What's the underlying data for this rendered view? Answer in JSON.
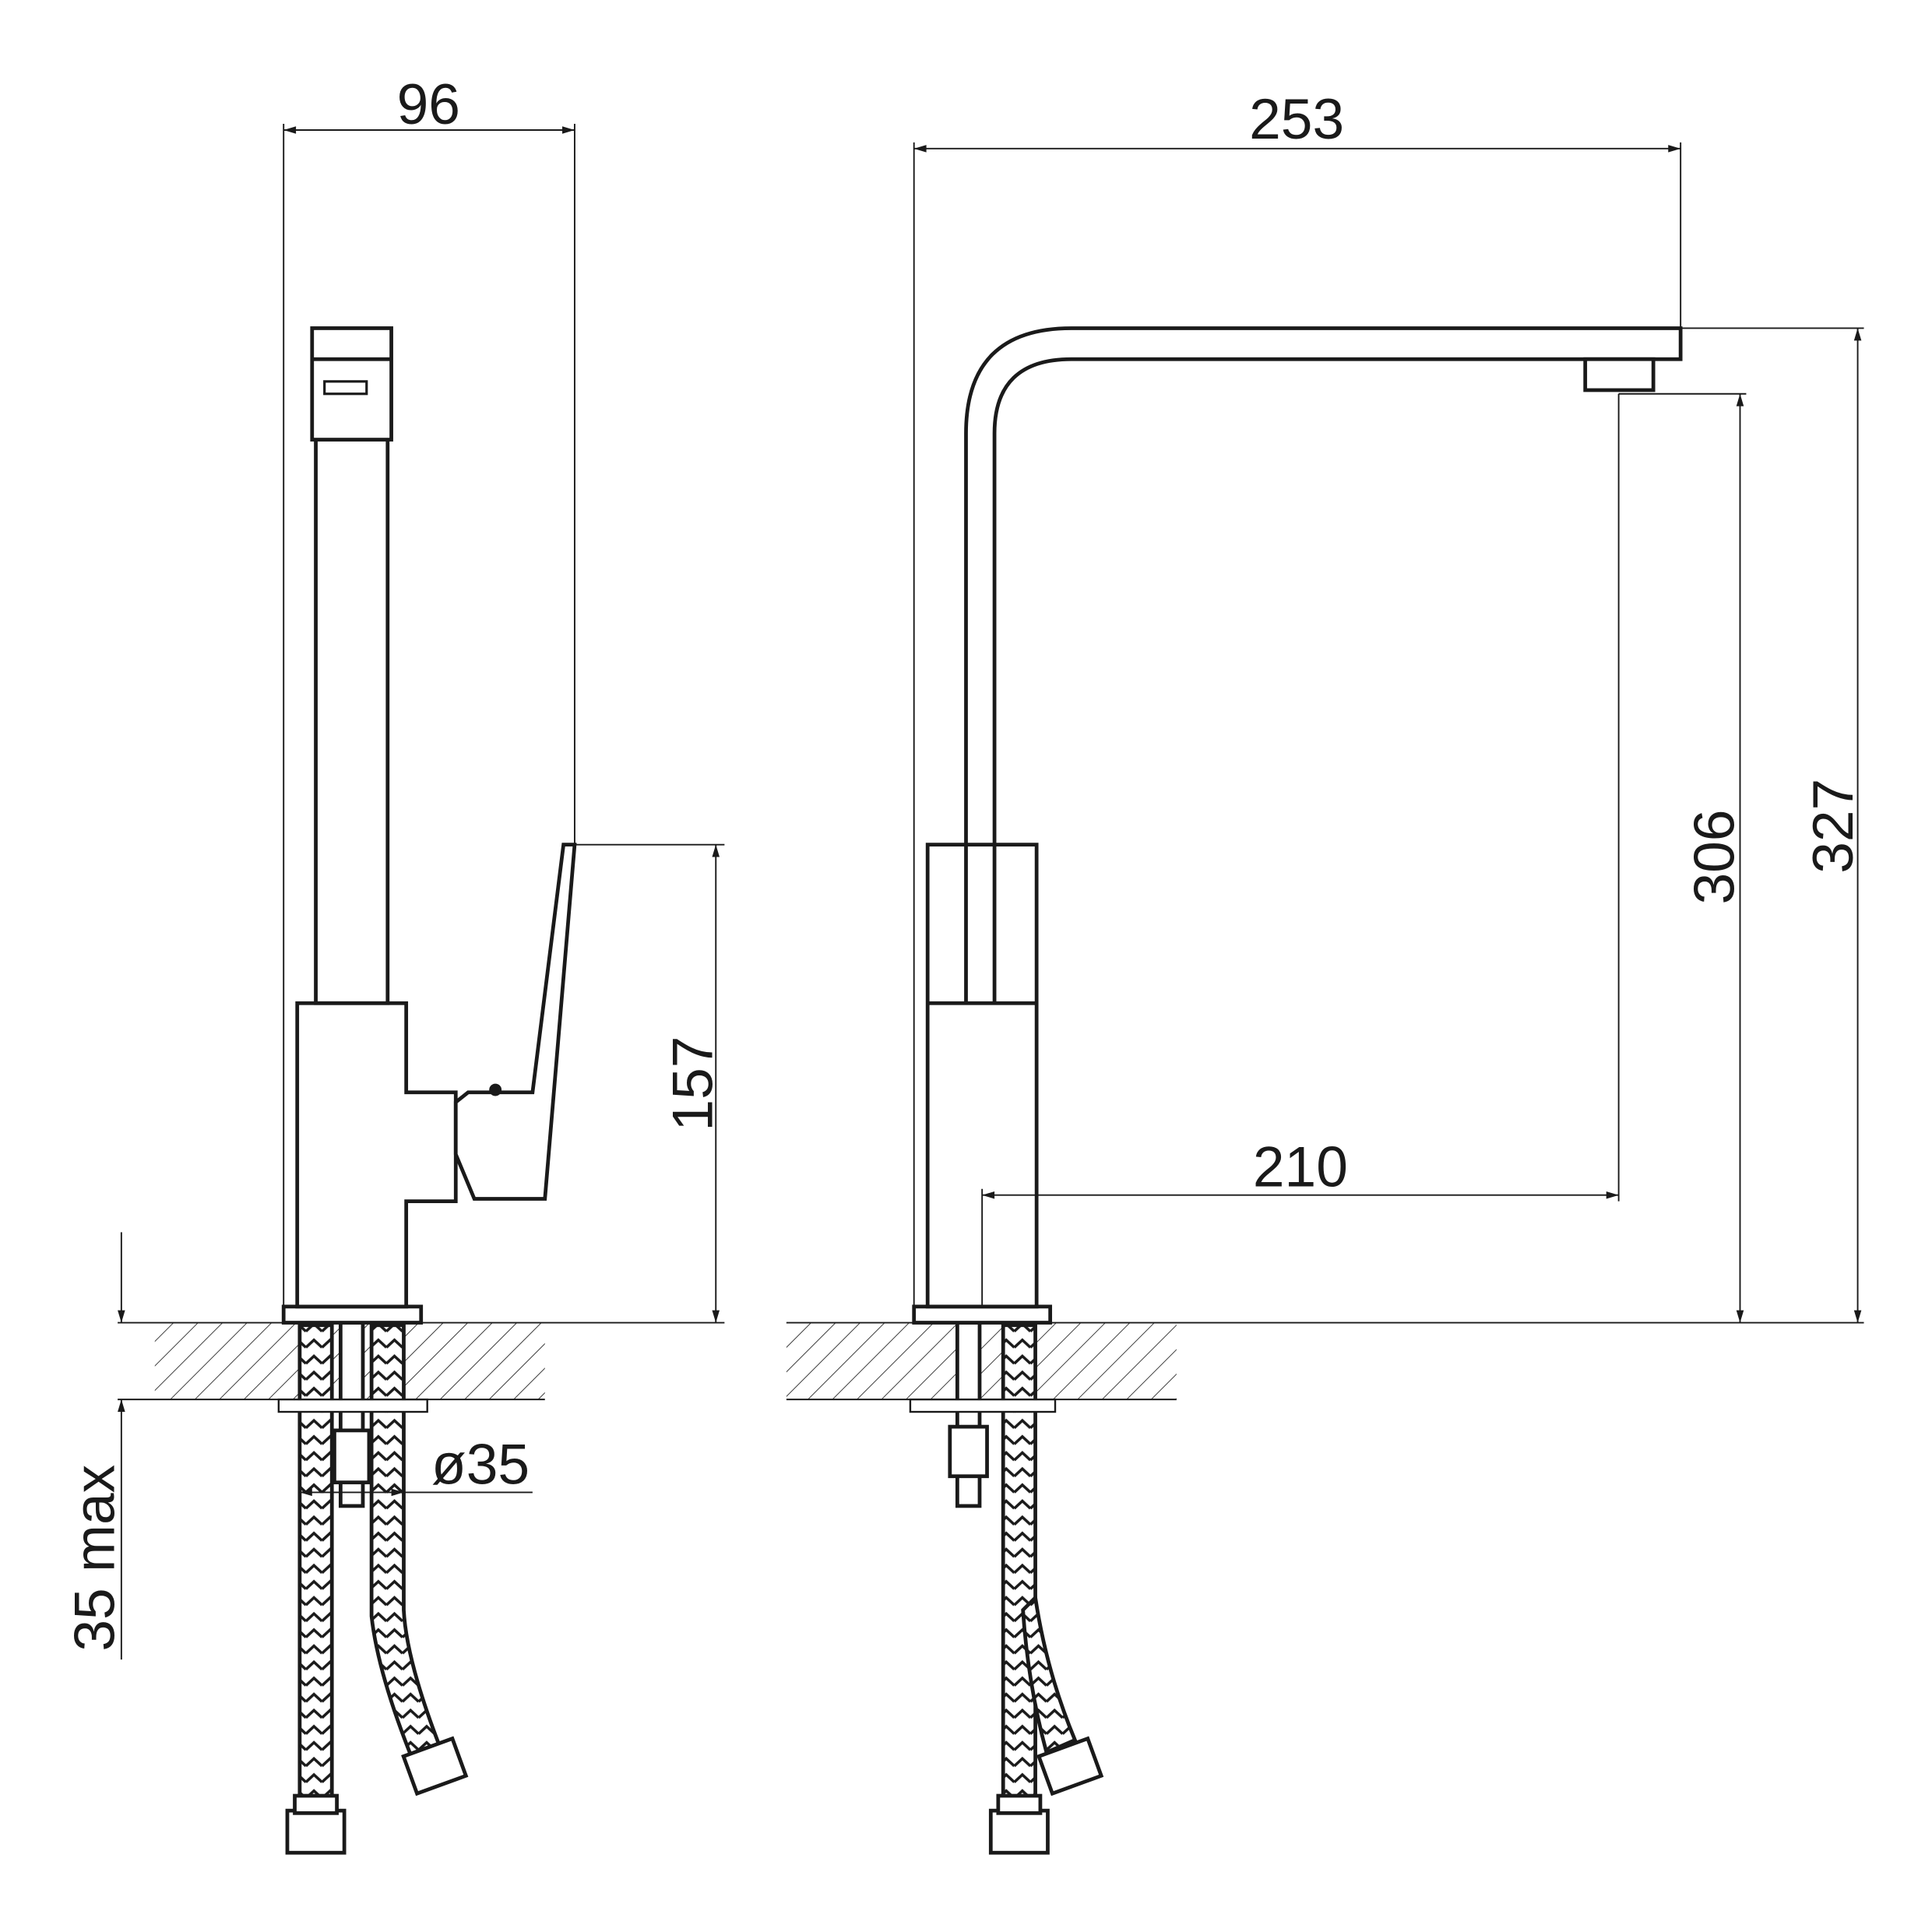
{
  "dimensions": {
    "side_width": "96",
    "lever_height": "157",
    "counter_thickness": "35 max",
    "hole_diameter": "ø35",
    "overall_reach": "253",
    "spout_reach": "210",
    "spout_clearance": "306",
    "overall_height": "327"
  },
  "colors": {
    "line": "#1a1a1a",
    "background": "#ffffff"
  }
}
